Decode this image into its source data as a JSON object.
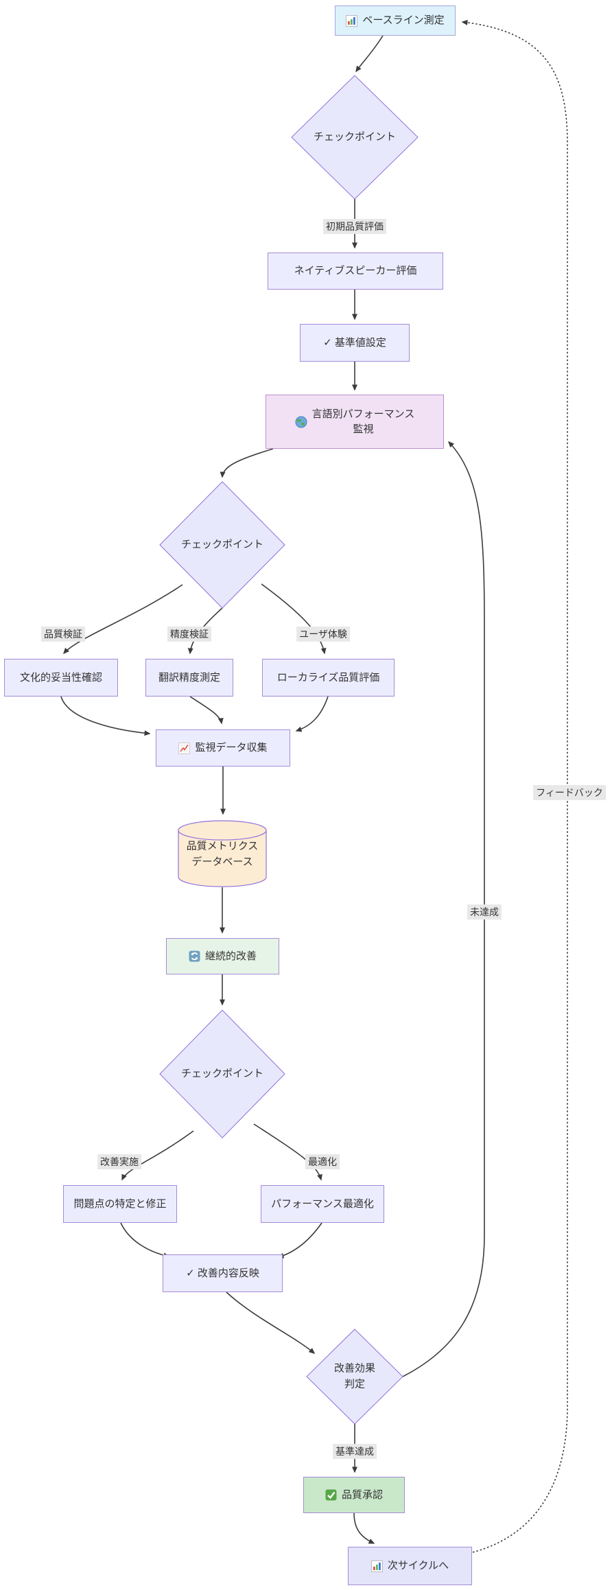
{
  "diagram": {
    "title_context": "quality-improvement-flowchart",
    "nodes": {
      "baseline": {
        "label": "ベースライン測定",
        "icon": "bar-chart-icon"
      },
      "checkpoint1": {
        "label": "チェックポイント"
      },
      "native_eval": {
        "label": "ネイティブスピーカー評価"
      },
      "baseline_set": {
        "label": "✓ 基準値設定"
      },
      "perf_monitor": {
        "label": "言語別パフォーマンス\n監視",
        "icon": "globe-icon"
      },
      "checkpoint2": {
        "label": "チェックポイント"
      },
      "cultural": {
        "label": "文化的妥当性確認"
      },
      "accuracy": {
        "label": "翻訳精度測定"
      },
      "localization": {
        "label": "ローカライズ品質評価"
      },
      "collection": {
        "label": "監視データ収集",
        "icon": "chart-increasing-icon"
      },
      "database": {
        "label": "品質メトリクス\nデータベース"
      },
      "improvement": {
        "label": "継続的改善",
        "icon": "counterclockwise-arrows-icon"
      },
      "checkpoint3": {
        "label": "チェックポイント"
      },
      "fix": {
        "label": "問題点の特定と修正"
      },
      "optimize": {
        "label": "パフォーマンス最適化"
      },
      "apply": {
        "label": "✓ 改善内容反映"
      },
      "judgment": {
        "label": "改善効果\n判定"
      },
      "approval": {
        "label": "品質承認",
        "icon": "check-mark-button-icon"
      },
      "next_cycle": {
        "label": "次サイクルへ",
        "icon": "bar-chart-icon"
      }
    },
    "edge_labels": {
      "initial_eval": "初期品質評価",
      "quality_check": "品質検証",
      "accuracy_check": "精度検証",
      "user_experience": "ユーザ体験",
      "improve_exec": "改善実施",
      "optimization": "最適化",
      "criteria_met": "基準達成",
      "not_met": "未達成",
      "feedback": "フィードバック"
    },
    "colors": {
      "baseline_fill": "#ddf2fb",
      "default_node_fill": "#ececff",
      "diamond_fill": "#e8e8fc",
      "monitor_fill": "#f2e1f5",
      "database_fill": "#fcecd4",
      "improvement_fill": "#e6f4e7",
      "approval_fill": "#c9e8ca",
      "next_cycle_fill": "#e4e4fb",
      "node_border": "#9370DB",
      "edge_stroke": "#3b3b3b",
      "edge_label_bg": "#e8e8e8"
    }
  }
}
